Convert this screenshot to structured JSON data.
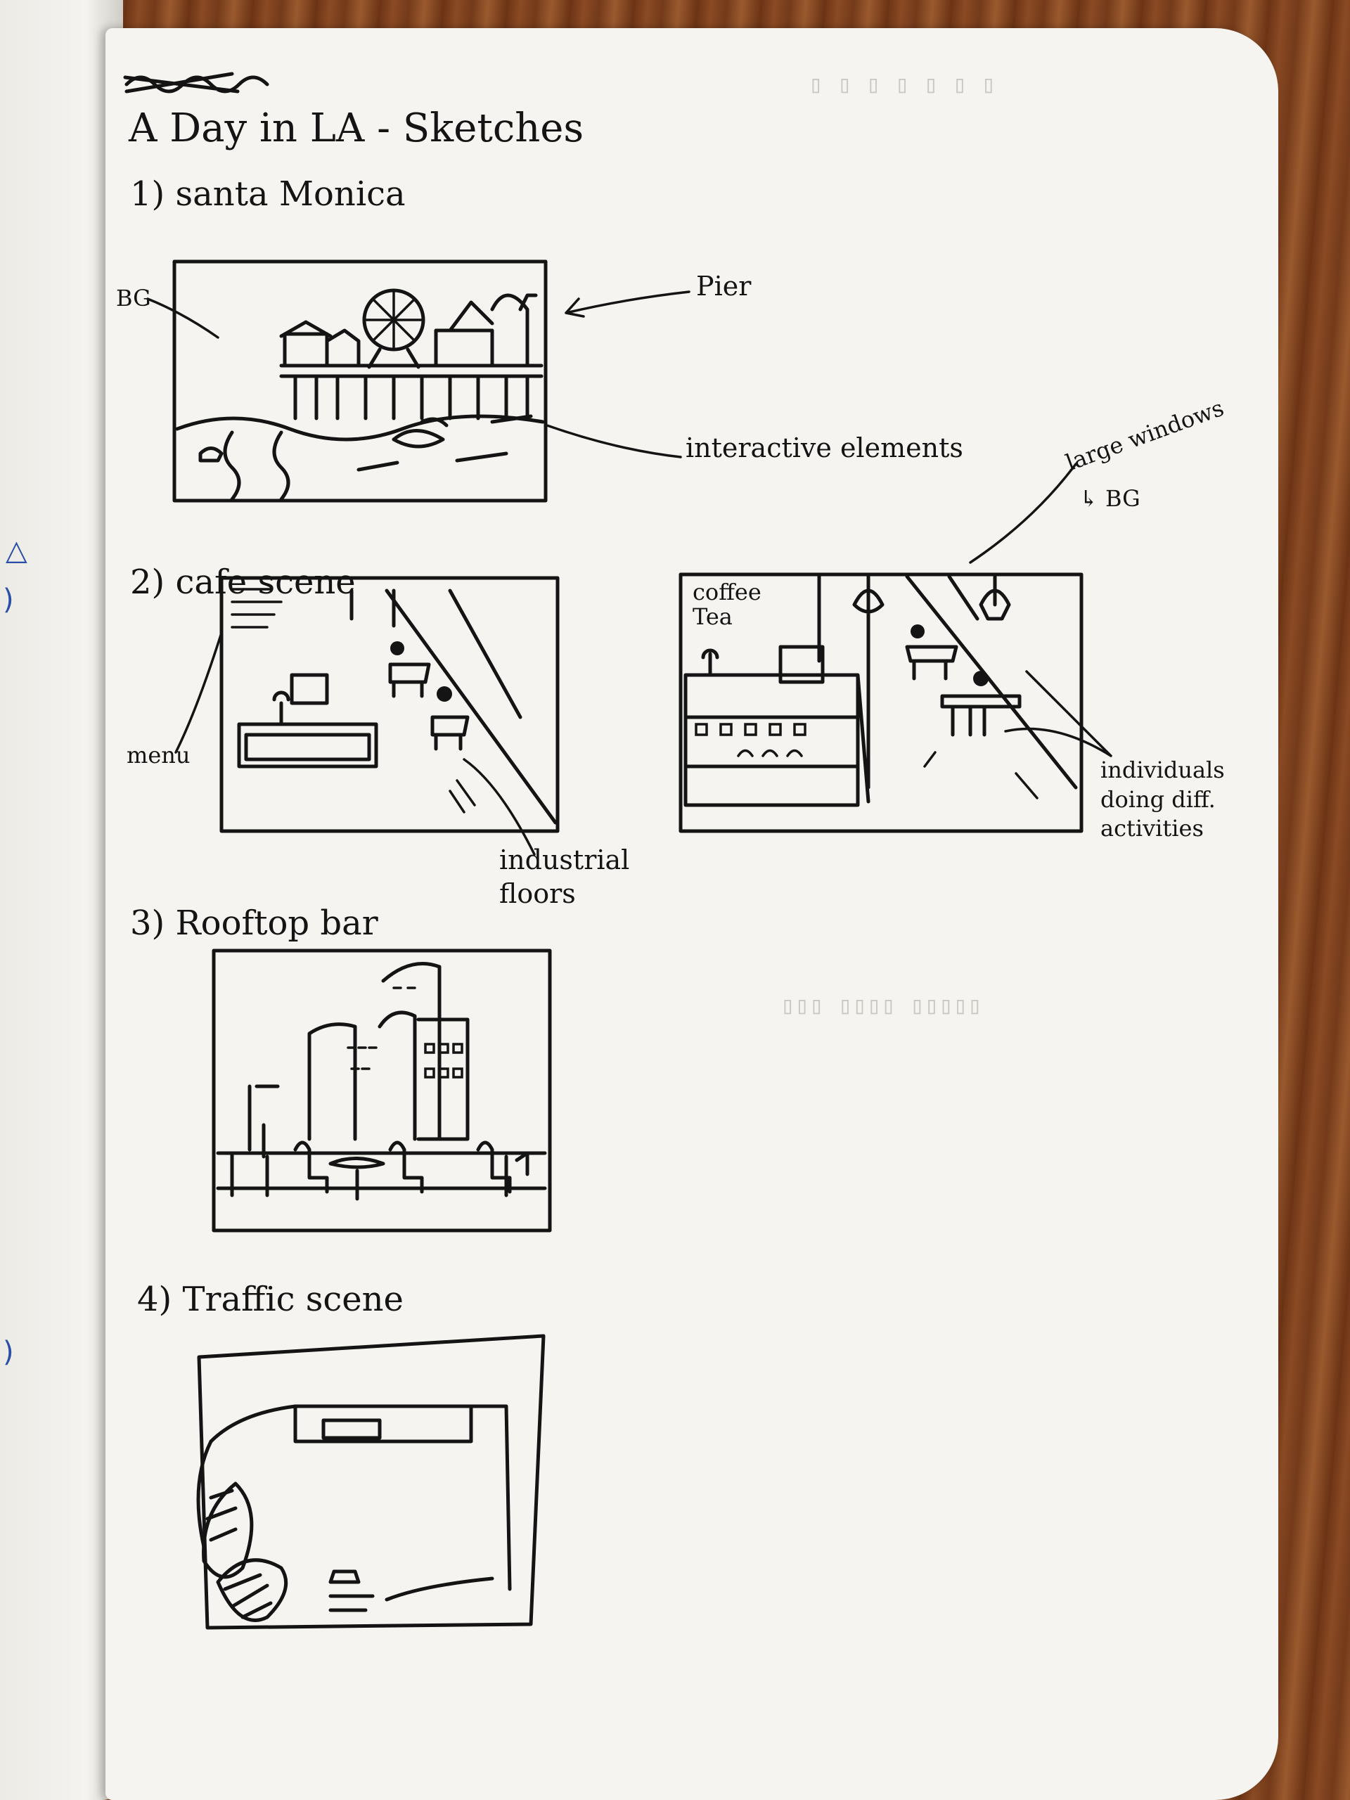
{
  "page": {
    "title": "A Day in LA - Sketches",
    "sections": [
      {
        "number": "1)",
        "label": "santa Monica",
        "annotations": [
          "BG",
          "Pier",
          "interactive elements"
        ]
      },
      {
        "number": "2)",
        "label": "cafe scene",
        "annotations": [
          "menu",
          "industrial floors",
          "large windows",
          "BG",
          "individuals",
          "doing diff.",
          "activities"
        ],
        "signage": [
          "coffee",
          "Tea"
        ]
      },
      {
        "number": "3)",
        "label": "Rooftop bar",
        "annotations": []
      },
      {
        "number": "4)",
        "label": "Traffic scene",
        "annotations": []
      }
    ]
  },
  "colors": {
    "ink": "#141414",
    "paper": "#f5f4f0",
    "wood": "#7a3d1f",
    "blue_ink": "#2a4fa8"
  }
}
